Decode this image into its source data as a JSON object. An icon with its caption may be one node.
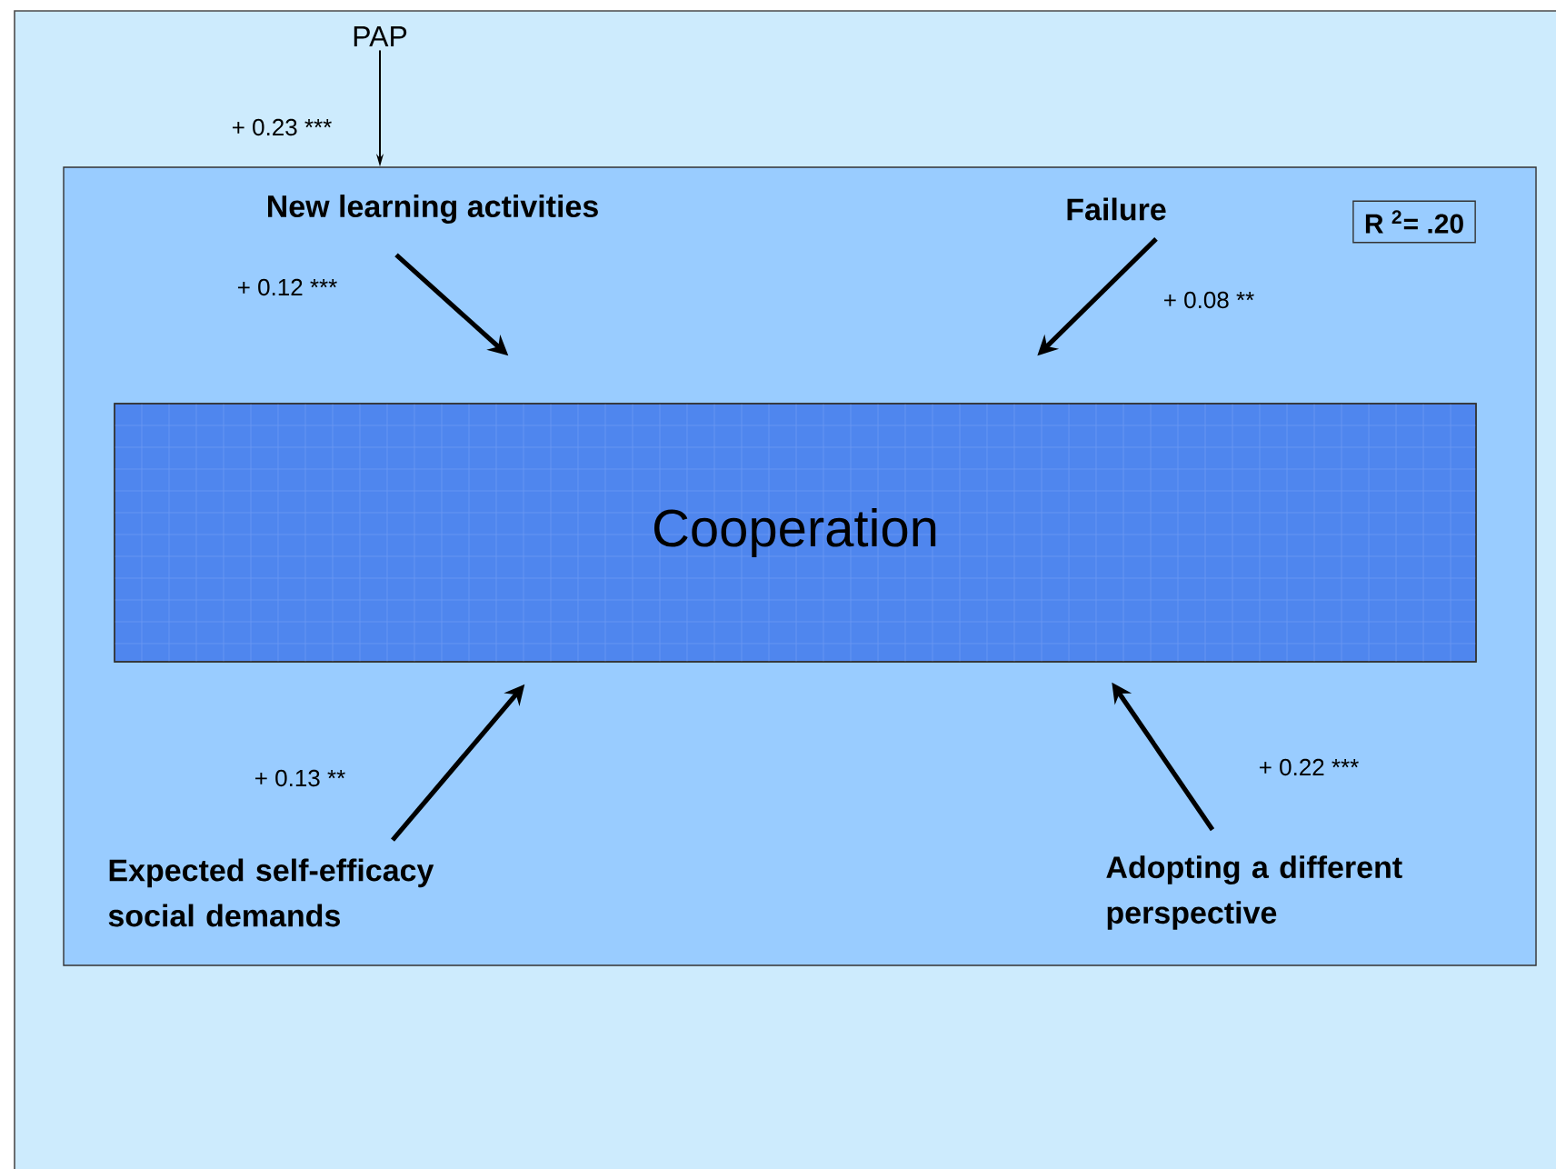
{
  "diagram": {
    "nodes": [
      {
        "text": [],
        "shape": "box"
      },
      {
        "text": [
          "PAP"
        ]
      },
      {
        "text": [
          "New learning activities"
        ],
        "in": 0
      },
      {
        "text": [
          "Failure"
        ],
        "in": 0
      },
      {
        "text": [
          "R $^{2}$= .20"
        ],
        "in": 0
      },
      {
        "text": [
          "Cooperation"
        ],
        "in": 0
      },
      {
        "text": [
          "Expected self-efficacy social demands"
        ],
        "in": 0
      },
      {
        "text": [
          "Adopting a different perspective"
        ],
        "in": 0
      }
    ],
    "edges": [
      {
        "from": 1,
        "to": 0,
        "arrow": "to",
        "label": "+ 0.23 ***"
      },
      {
        "from": 2,
        "to": 5,
        "arrow": "to",
        "label": "+ 0.12 ***"
      },
      {
        "from": 3,
        "to": 5,
        "arrow": "to",
        "label": "+ 0.08 **"
      },
      {
        "from": 6,
        "to": 5,
        "arrow": "to",
        "label": "+ 0.13 **"
      },
      {
        "from": 7,
        "to": 5,
        "arrow": "to",
        "label": "+ 0.22 ***"
      }
    ]
  }
}
